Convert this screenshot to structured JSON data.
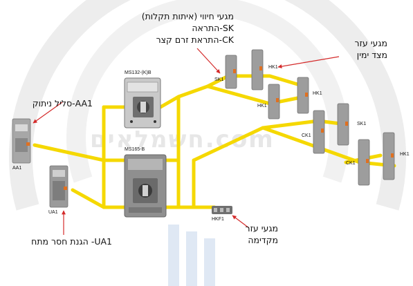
{
  "watermark": "חשמלאים.com",
  "annotations": {
    "protection_contacts": {
      "title": "מגעי חיווי (איתות תקלות)",
      "sk": "SK-התראה",
      "ck": "CK-התראת זרם קצר"
    },
    "right_aux": {
      "line1": "מגעי עזר",
      "line2": "מצד ימין"
    },
    "shunt_trip": "AA1-סליל ניתוק",
    "undervoltage": "UA1- הגנת חסר מתח",
    "front_aux": {
      "line1": "מגעי עזר",
      "line2": "מקדימה"
    }
  },
  "devices": {
    "ms132": "MS132-(K)B",
    "ms165": "MS165-B",
    "aa1": "AA1",
    "ua1": "UA1",
    "hkf1": "HKF1",
    "sk1_top": "SK1",
    "hk1_top": "HK1",
    "hk1_upper_mid": "HK1",
    "hk1_mid_right": "HK1",
    "ck1_mid": "CK1",
    "sk1_mid": "SK1",
    "ck1_bottom": "CK1",
    "hk1_bottom": "HK1"
  },
  "colors": {
    "wire": "#f5d800",
    "arrow": "#d42a2a",
    "device_body": "#9a9a9a",
    "device_accent": "#e07020"
  }
}
